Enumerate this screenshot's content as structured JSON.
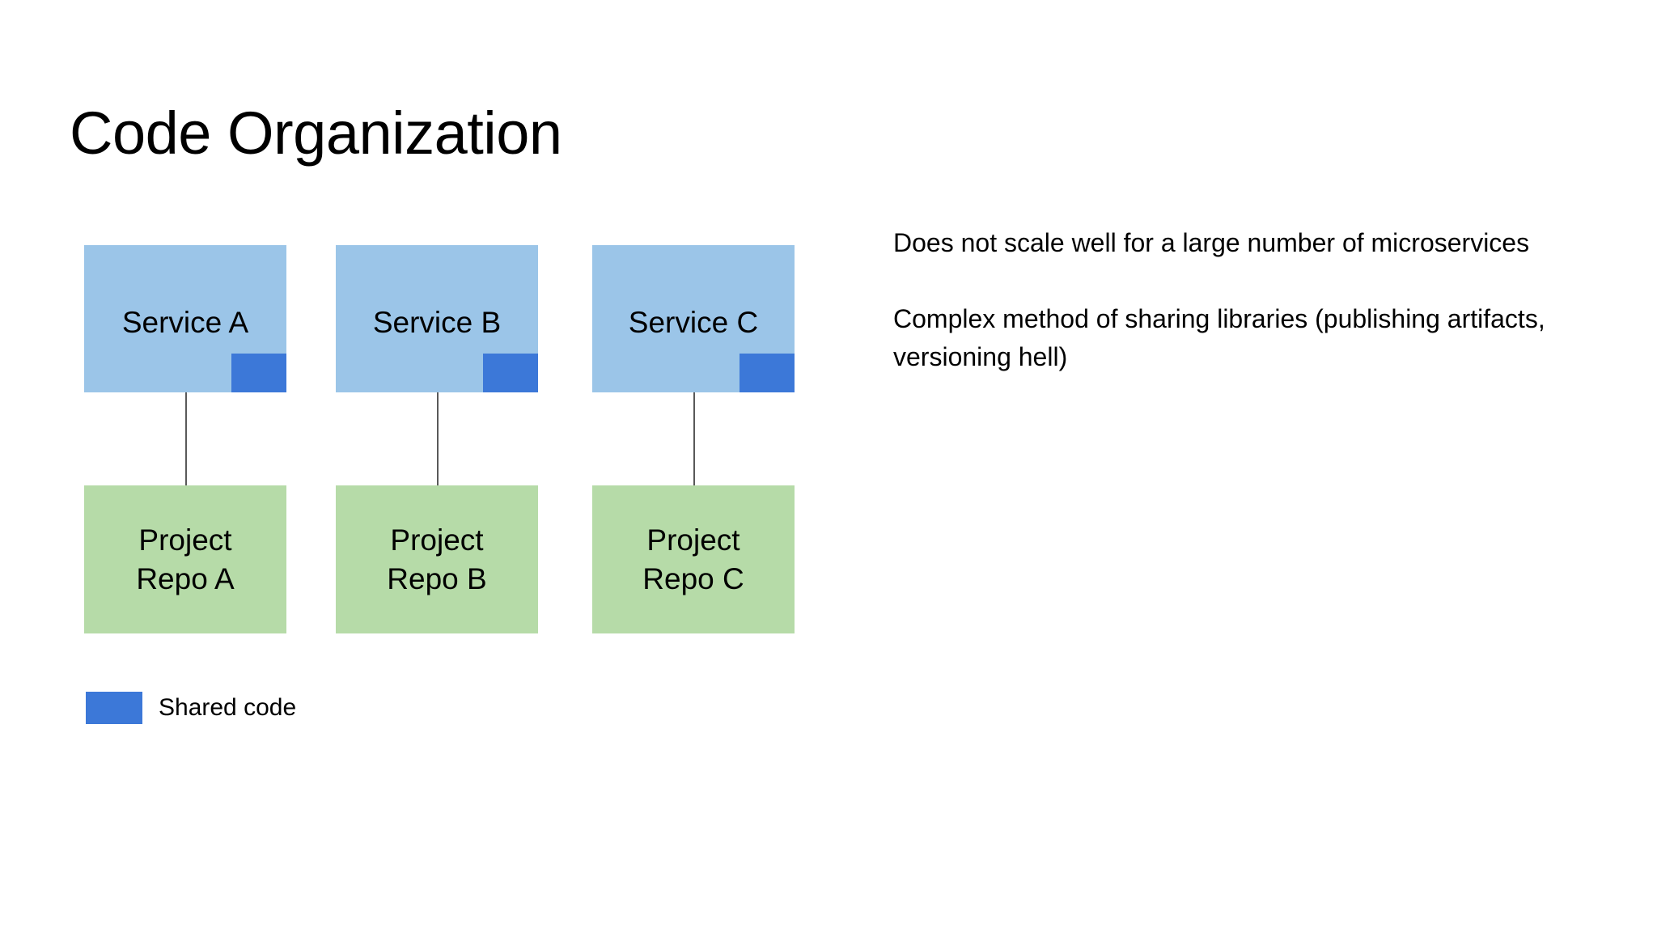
{
  "slide": {
    "title": "Code Organization",
    "background_color": "#ffffff"
  },
  "diagram": {
    "type": "block-diagram",
    "service_color": "#9BC5E8",
    "repo_color": "#B6DBA8",
    "shared_code_color": "#3C78D8",
    "connector_color": "#595959",
    "columns": [
      {
        "service_label": "Service A",
        "repo_label": "Project\nRepo A",
        "has_shared_code_chip": true
      },
      {
        "service_label": "Service B",
        "repo_label": "Project\nRepo B",
        "has_shared_code_chip": true
      },
      {
        "service_label": "Service C",
        "repo_label": "Project\nRepo C",
        "has_shared_code_chip": true
      }
    ]
  },
  "legend": {
    "label": "Shared code",
    "swatch_color": "#3C78D8"
  },
  "notes": {
    "paragraphs": [
      "Does not scale well for a large number of microservices",
      "Complex method of sharing libraries (publishing artifacts, versioning hell)"
    ]
  }
}
